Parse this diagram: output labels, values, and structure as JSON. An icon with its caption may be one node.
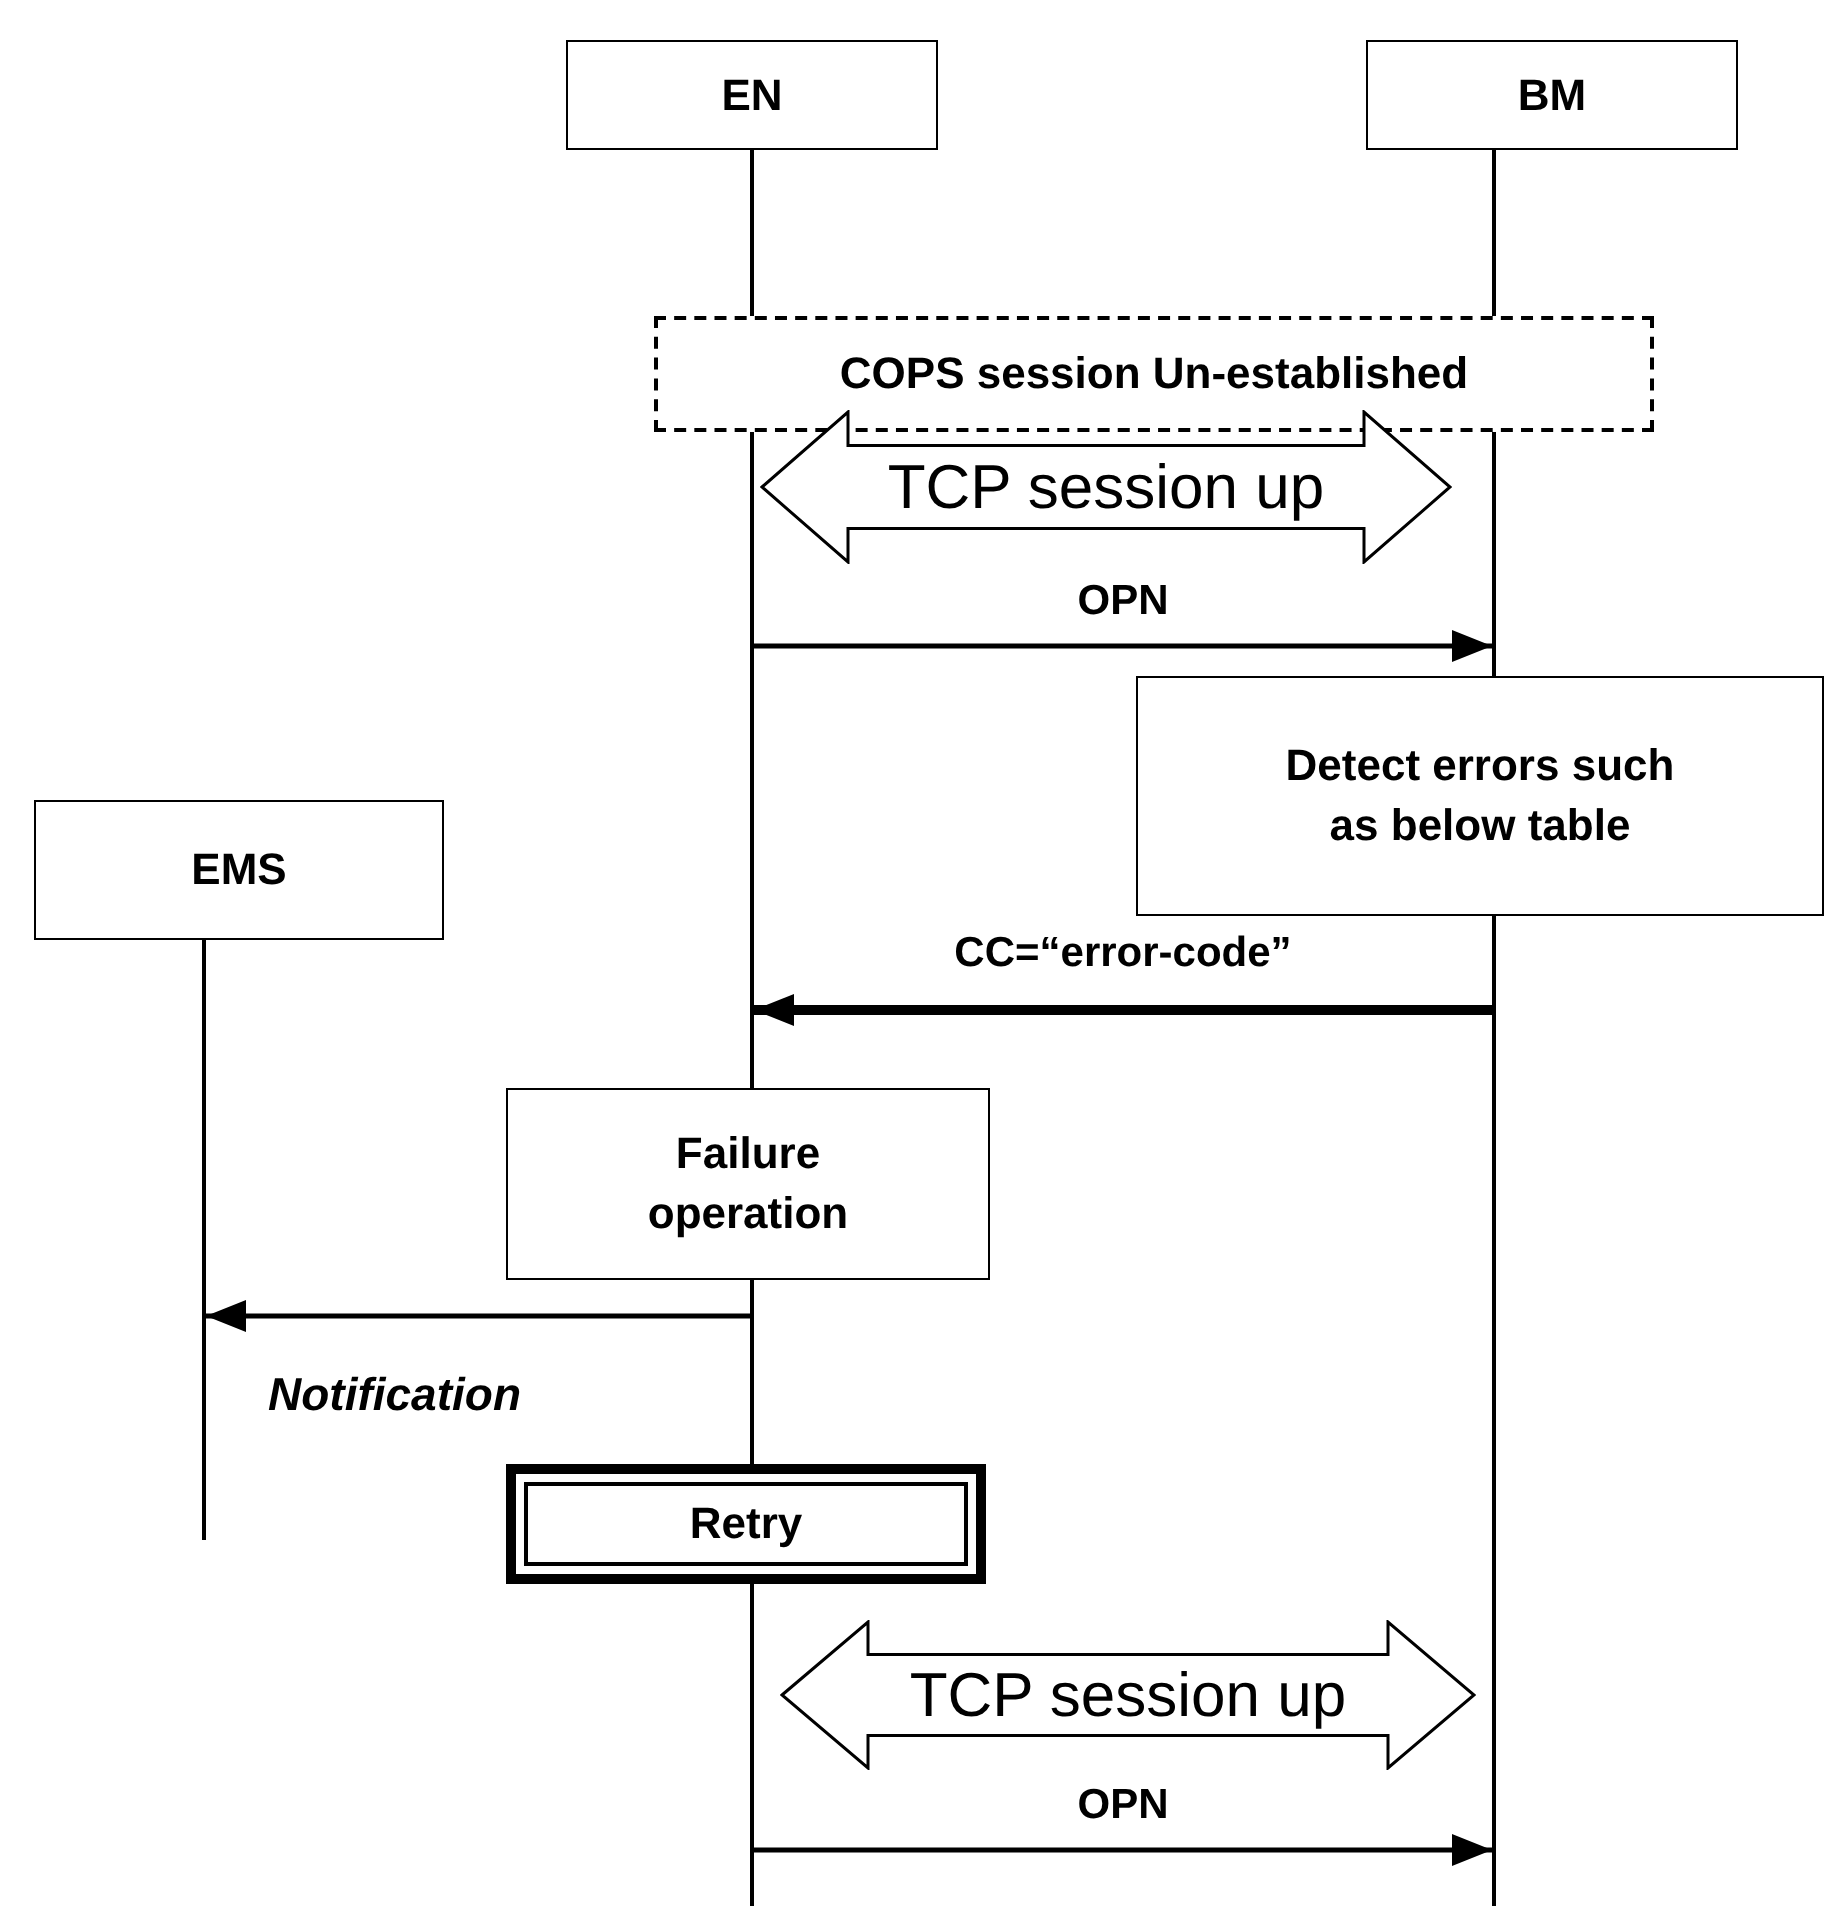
{
  "diagram": {
    "nodes": [
      {
        "text": [
          "EN"
        ]
      },
      {
        "text": [
          "BM"
        ]
      },
      {
        "text": [
          "COPS session Un-established"
        ]
      },
      {
        "text": [
          "TCP session up"
        ]
      },
      {
        "text": [
          "Detect errors such as below table"
        ]
      },
      {
        "text": [
          "EMS"
        ]
      },
      {
        "text": [
          "Failure operation"
        ]
      },
      {
        "text": [
          "Retry"
        ]
      },
      {
        "text": [
          "TCP session up"
        ]
      },
      {
        "text": [],
        "shape": "line"
      },
      {
        "text": [],
        "shape": "line"
      },
      {
        "text": [],
        "shape": "line"
      }
    ],
    "edges": [
      {
        "from": 10,
        "to": 11,
        "arrow": "to",
        "label": "OPN"
      },
      {
        "from": 11,
        "to": 10,
        "arrow": "to",
        "label": "CC=“error-code”",
        "style": "thick"
      },
      {
        "from": 10,
        "to": 9,
        "arrow": "to",
        "label": "Notification"
      },
      {
        "from": 10,
        "to": 11,
        "arrow": "to",
        "label": "OPN"
      }
    ]
  }
}
